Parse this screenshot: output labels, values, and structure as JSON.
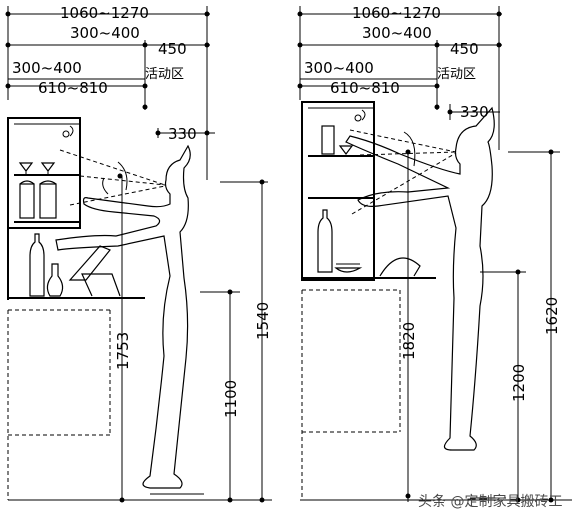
{
  "left_diagram": {
    "dim_total_depth": "1060~1270",
    "dim_upper_depth": "300~400",
    "dim_activity_depth": "450",
    "dim_shelf_depth": "300~400",
    "dim_counter_depth": "610~810",
    "activity_zone_label": "活动区",
    "dim_eye_offset": "330",
    "dim_eye_height": "1753",
    "dim_counter_height": "1100",
    "dim_shelf_height": "1540"
  },
  "right_diagram": {
    "dim_total_depth": "1060~1270",
    "dim_upper_depth": "300~400",
    "dim_activity_depth": "450",
    "dim_shelf_depth": "300~400",
    "dim_counter_depth": "610~810",
    "activity_zone_label": "活动区",
    "dim_eye_offset": "330",
    "dim_reach_height": "1820",
    "dim_counter_height": "1200",
    "dim_shelf_height": "1620"
  },
  "watermark": "头条 @定制家具搬砖工"
}
